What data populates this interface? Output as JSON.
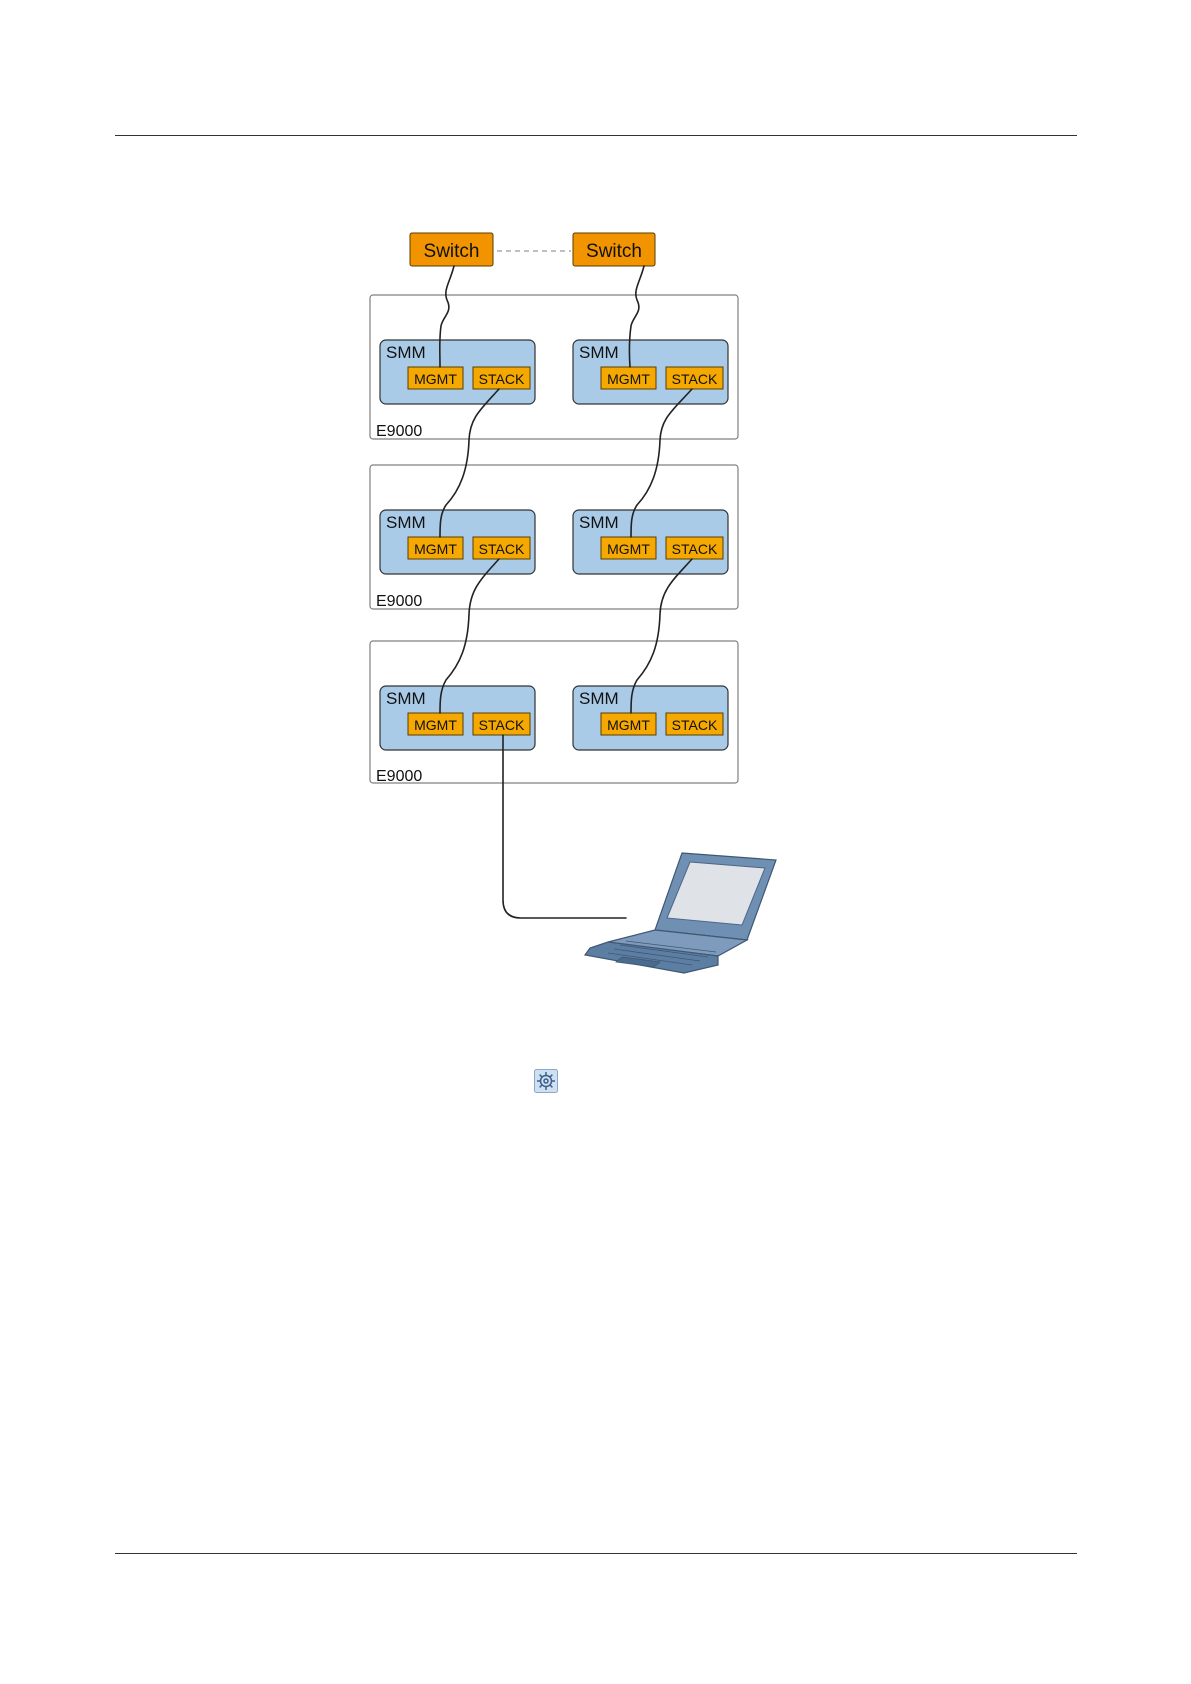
{
  "switches": [
    {
      "label": "Switch"
    },
    {
      "label": "Switch"
    }
  ],
  "chassis": [
    {
      "label": "E9000",
      "smms": [
        {
          "label": "SMM",
          "mgmt_label": "MGMT",
          "stack_label": "STACK"
        },
        {
          "label": "SMM",
          "mgmt_label": "MGMT",
          "stack_label": "STACK"
        }
      ]
    },
    {
      "label": "E9000",
      "smms": [
        {
          "label": "SMM",
          "mgmt_label": "MGMT",
          "stack_label": "STACK"
        },
        {
          "label": "SMM",
          "mgmt_label": "MGMT",
          "stack_label": "STACK"
        }
      ]
    },
    {
      "label": "E9000",
      "smms": [
        {
          "label": "SMM",
          "mgmt_label": "MGMT",
          "stack_label": "STACK"
        },
        {
          "label": "SMM",
          "mgmt_label": "MGMT",
          "stack_label": "STACK"
        }
      ]
    }
  ],
  "colors": {
    "switch_fill": "#f29400",
    "port_fill": "#f5a800",
    "smm_fill": "#a9cbe8",
    "chassis_stroke": "#808080",
    "cable": "#222222",
    "laptop_body": "#6f8fb3",
    "laptop_screen": "#dfe3e8"
  },
  "icons": {
    "laptop": "laptop-icon",
    "settings": "gear-icon"
  }
}
